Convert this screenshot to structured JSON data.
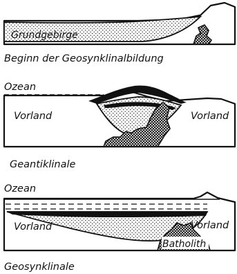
{
  "panels": [
    {
      "caption": "Beginn der Geosynklinalbildung",
      "labels": {
        "basement": "Grundgebirge"
      }
    },
    {
      "caption": "Geantiklinale",
      "labels": {
        "ocean": "Ozean",
        "left": "Vorland",
        "right": "Vorland"
      }
    },
    {
      "caption": "Geosynklinale",
      "labels": {
        "ocean": "Ozean",
        "left": "Vorland",
        "right": "Vorland",
        "intrusion": "Batholith"
      }
    }
  ]
}
